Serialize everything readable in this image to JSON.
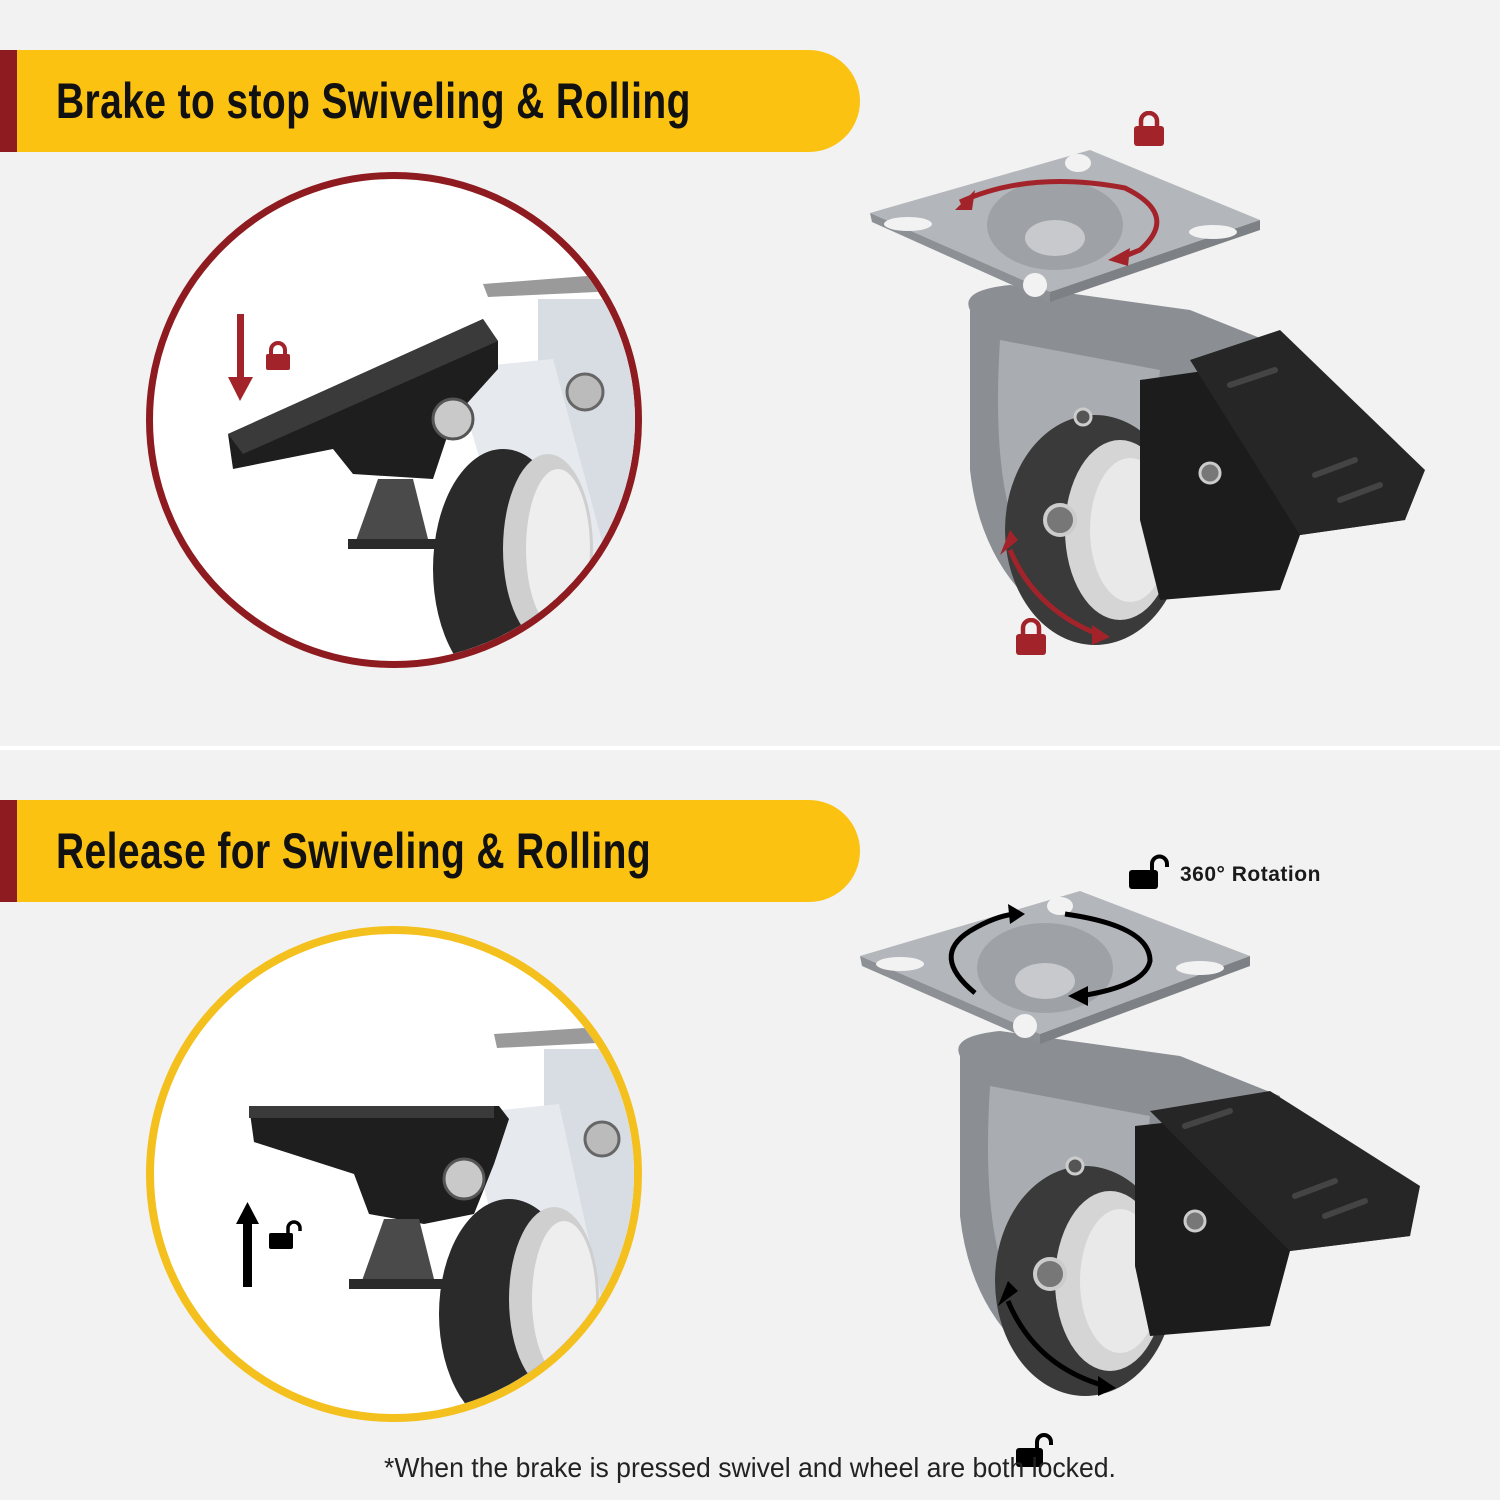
{
  "sections": [
    {
      "banner_title": "Brake to stop Swiveling & Rolling",
      "state": "locked",
      "accent_color": "#8e1b20",
      "circle_border_color": "#8e1b20",
      "arrow_direction": "down",
      "icon_color": "#a3232a"
    },
    {
      "banner_title": "Release for Swiveling & Rolling",
      "state": "unlocked",
      "accent_color": "#8e1b20",
      "circle_border_color": "#f4c01e",
      "arrow_direction": "up",
      "icon_color": "#000000",
      "rotation_label": "360° Rotation"
    }
  ],
  "footnote": "*When the brake is pressed swivel and wheel are both locked.",
  "colors": {
    "banner": "#fbc212",
    "background": "#f2f2f2",
    "locked_red": "#a3232a",
    "unlocked_black": "#000000"
  }
}
